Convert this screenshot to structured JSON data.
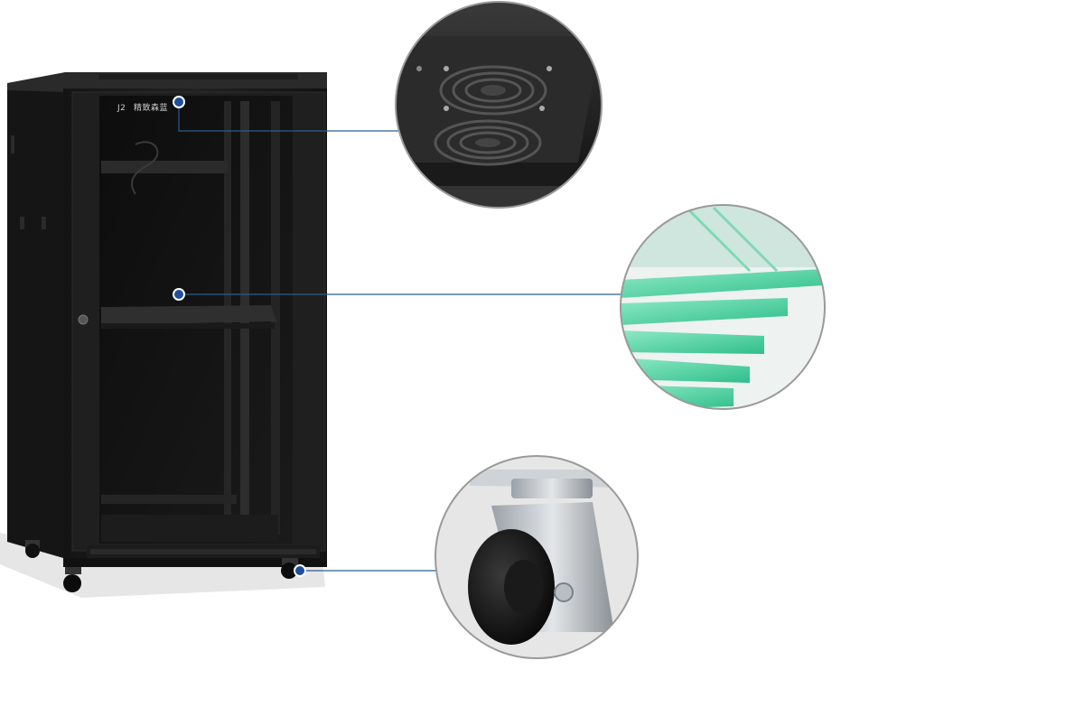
{
  "product": {
    "brand_logo_text": "精致森蓝",
    "brand_logo_mark": "J2"
  },
  "callouts": [
    {
      "feature": "top-fan-panel",
      "icon": "fan-icon"
    },
    {
      "feature": "tempered-glass-door",
      "icon": "glass-icon"
    },
    {
      "feature": "caster-wheel",
      "icon": "wheel-icon"
    }
  ],
  "colors": {
    "cabinet": "#1b1b1b",
    "callout_line": "#2b5d8f",
    "callout_dot": "#1f4e9a",
    "glass_green": "#55d6a6",
    "circle_border": "#9a9a9a"
  }
}
